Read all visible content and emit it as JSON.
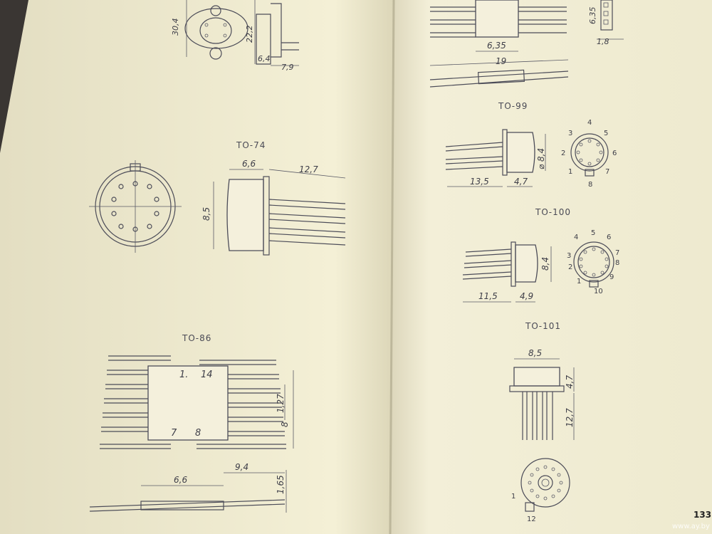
{
  "book": {
    "page_number": "133",
    "watermark": "www.ay.by"
  },
  "packages": {
    "top_left": {
      "dims": {
        "height": "30,4",
        "inner": "22,2",
        "base": "6,4",
        "lead": "7,9"
      }
    },
    "to74": {
      "label": "ТО-74",
      "dims": {
        "width": "6,6",
        "lead": "12,7",
        "height": "8,5"
      }
    },
    "to86": {
      "label": "ТО-86",
      "pins": {
        "p1": "1.",
        "p14": "14",
        "p7": "7",
        "p8": "8"
      },
      "dims": {
        "pitch": "1,27",
        "height": "8",
        "body": "6,6",
        "span": "9,4",
        "thick": "1,65"
      }
    },
    "top_right": {
      "dims": {
        "width": "6,35",
        "length": "19",
        "side": "6,35",
        "tab": "1,8"
      }
    },
    "to99": {
      "label": "ТО-99",
      "dims": {
        "lead": "13,5",
        "body": "4,7",
        "diameter": "⌀ 8,4"
      },
      "pins": [
        "1",
        "2",
        "3",
        "4",
        "5",
        "6",
        "7",
        "8"
      ]
    },
    "to100": {
      "label": "ТО-100",
      "dims": {
        "lead": "11,5",
        "body": "4,9",
        "height": "8,4"
      },
      "pins": [
        "1",
        "2",
        "3",
        "4",
        "5",
        "6",
        "7",
        "8",
        "9",
        "10"
      ]
    },
    "to101": {
      "label": "ТО-101",
      "dims": {
        "width": "8,5",
        "height": "4,7",
        "lead": "12,7"
      },
      "pins": {
        "first": "1",
        "last": "12"
      }
    }
  }
}
